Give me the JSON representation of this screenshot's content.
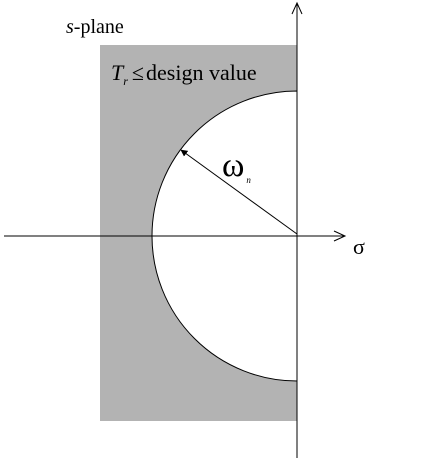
{
  "plane_label": {
    "variable": "s",
    "rest": "-plane"
  },
  "region_label": {
    "symbol": "T",
    "subscript": "r",
    "relation": "≤",
    "text": "design value"
  },
  "radius_label": {
    "symbol": "ω",
    "subscript": "n"
  },
  "axis_label": "σ",
  "colors": {
    "region": "#b3b3b3",
    "axis": "#000000",
    "background": "#ffffff"
  }
}
